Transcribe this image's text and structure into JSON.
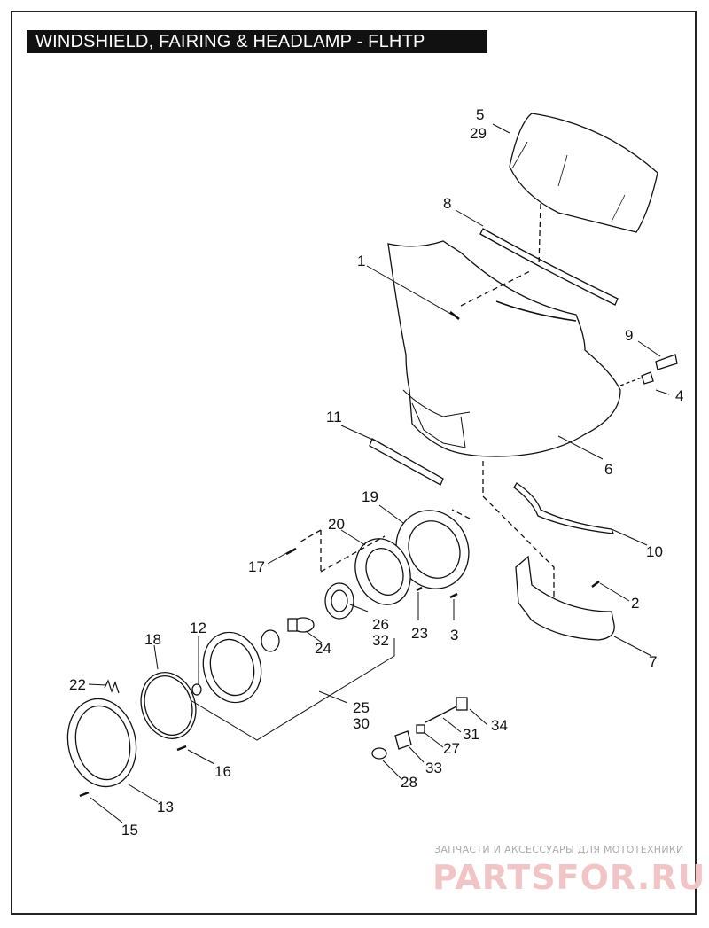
{
  "title": "WINDSHIELD, FAIRING & HEADLAMP - FLHTP",
  "watermark": {
    "subtitle": "ЗАПЧАСТИ И АКСЕССУАРЫ ДЛЯ МОТОТЕХНИКИ",
    "logo": "PARTSFOR.RU"
  },
  "callouts": {
    "c1": "1",
    "c2": "2",
    "c3": "3",
    "c4": "4",
    "c5": "5",
    "c6": "6",
    "c7": "7",
    "c8": "8",
    "c9": "9",
    "c10": "10",
    "c11": "11",
    "c12": "12",
    "c13": "13",
    "c15": "15",
    "c16": "16",
    "c17": "17",
    "c18": "18",
    "c19": "19",
    "c20": "20",
    "c22": "22",
    "c23": "23",
    "c24": "24",
    "c25": "25",
    "c26": "26",
    "c27": "27",
    "c28": "28",
    "c29": "29",
    "c30": "30",
    "c31": "31",
    "c32": "32",
    "c33": "33",
    "c34": "34"
  }
}
